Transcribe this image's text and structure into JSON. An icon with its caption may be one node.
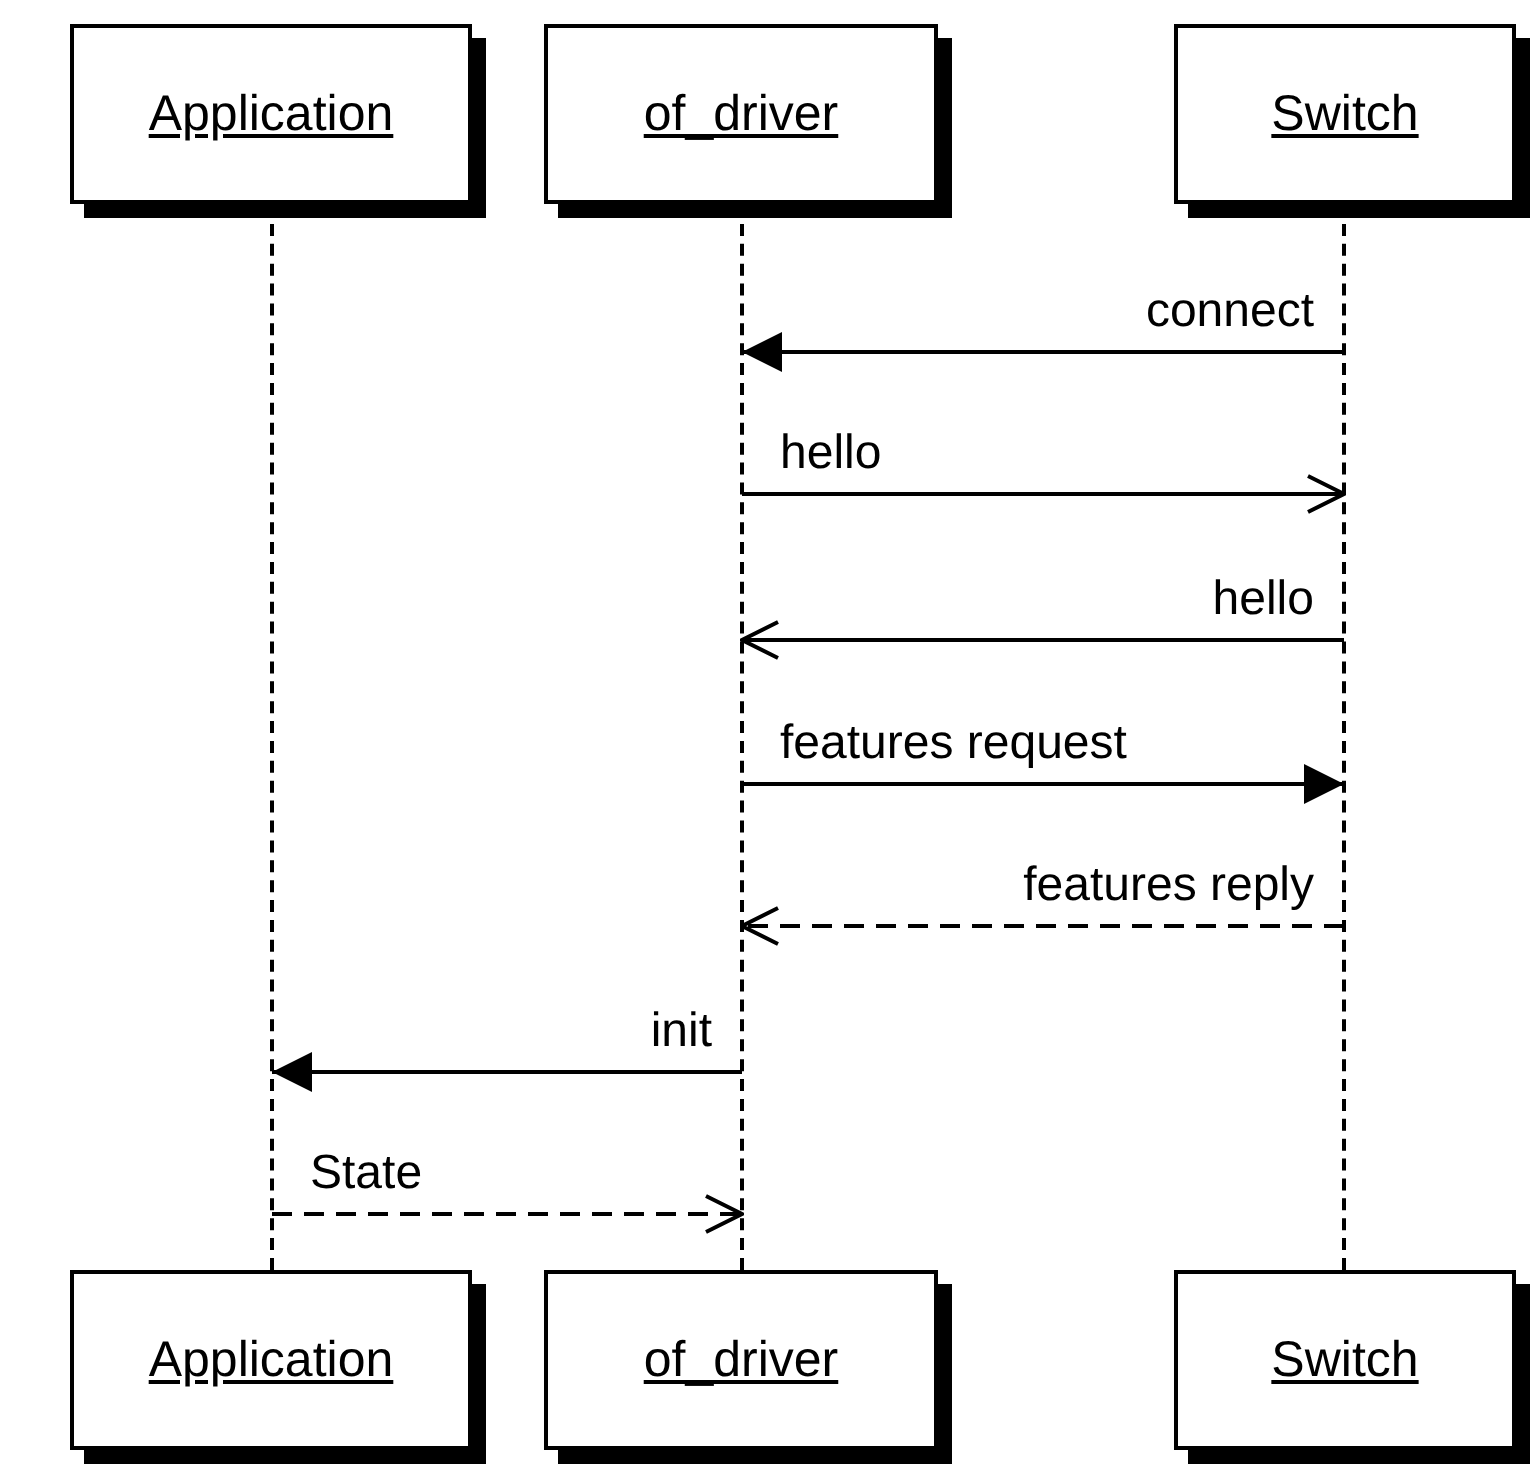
{
  "diagram": {
    "nodes": [
      {
        "text": [
          "Application"
        ]
      },
      {
        "text": [
          "of_driver"
        ]
      },
      {
        "text": [
          "Switch"
        ]
      },
      {
        "text": [
          "Application"
        ]
      },
      {
        "text": [
          "of_driver"
        ]
      },
      {
        "text": [
          "Switch"
        ]
      },
      {
        "text": [],
        "shape": "line"
      },
      {
        "text": [],
        "shape": "line"
      },
      {
        "text": [],
        "shape": "line"
      }
    ],
    "edges": [
      {
        "from": 8,
        "to": 7,
        "arrow": "to",
        "label": "connect"
      },
      {
        "from": 7,
        "to": 8,
        "arrow": "to",
        "label": "hello"
      },
      {
        "from": 8,
        "to": 7,
        "arrow": "to",
        "label": "hello"
      },
      {
        "from": 7,
        "to": 8,
        "arrow": "to",
        "label": "features request"
      },
      {
        "from": 8,
        "to": 7,
        "arrow": "to",
        "label": "features reply",
        "style": "dashed"
      },
      {
        "from": 7,
        "to": 6,
        "arrow": "to",
        "label": "init"
      },
      {
        "from": 6,
        "to": 7,
        "arrow": "to",
        "label": "State",
        "style": "dashed"
      }
    ]
  }
}
